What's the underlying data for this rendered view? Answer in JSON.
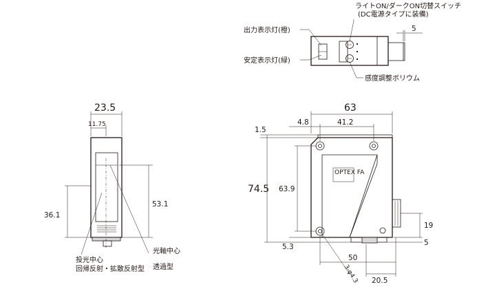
{
  "top_view": {
    "callout_switch_line1": "ライトON/ダークON切替スイッチ",
    "callout_switch_line2": "(DC電源タイプに装備)",
    "callout_output_led": "出力表示灯(橙)",
    "callout_stable_led": "安定表示灯(緑)",
    "callout_sensitivity": "感度調整ボリウム",
    "dim_5": "5"
  },
  "side_view": {
    "dim_width": "23.5",
    "dim_center": "11.75",
    "dim_lens_height": "53.1",
    "dim_beam_height": "36.1",
    "callout_emitter_line1": "投光中心",
    "callout_emitter_line2": "回帰反射・拡散反射型",
    "callout_axis_line1": "光軸中心",
    "callout_axis_line2": "透過型"
  },
  "front_view": {
    "dim_width": "63",
    "dim_hole_offset": "4.8",
    "dim_hole_pitch": "41.2",
    "dim_top": "1.5",
    "dim_height": "74.5",
    "dim_hole_vertical": "63.9",
    "dim_bottom": "5.3",
    "dim_connector_19": "19",
    "dim_connector_5": "5",
    "dim_50": "50",
    "dim_20_5": "20.5",
    "dim_holes": "3-φ4.3",
    "logo_text": "OPTEX FA"
  }
}
